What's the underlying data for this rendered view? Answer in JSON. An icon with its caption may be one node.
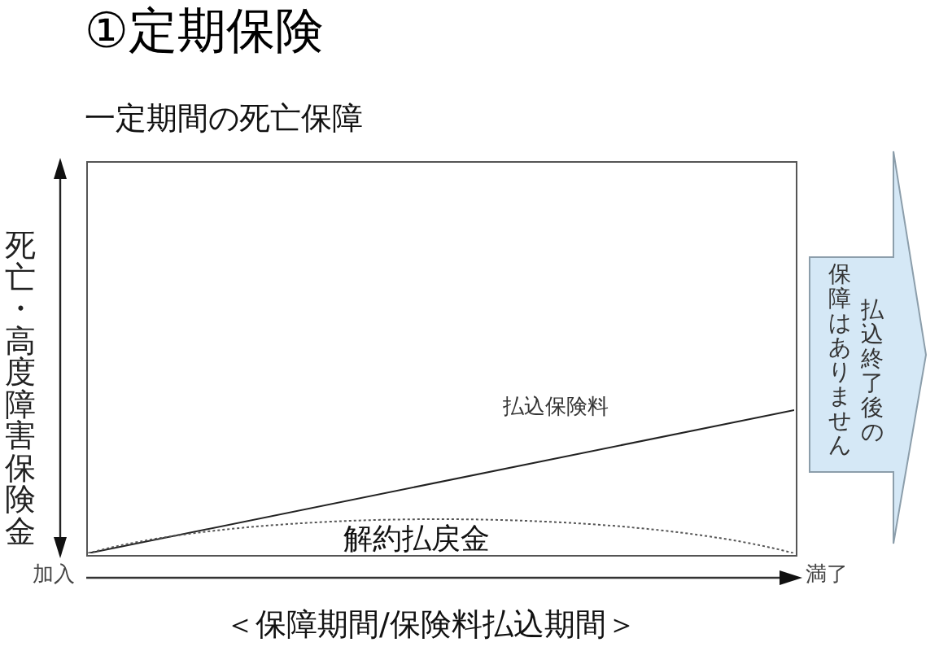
{
  "diagram": {
    "title": "①定期保険",
    "nodes": [
      {
        "text": [
          "払込保険料",
          "解約払戻金"
        ]
      },
      {
        "text": [
          "払込終了後の保障はありません"
        ]
      }
    ],
    "labels": [
      "一定期間の死亡保障",
      "死亡・高度障害保険金",
      "加入",
      "満了",
      "＜保障期間/保険料払込期間＞"
    ]
  }
}
